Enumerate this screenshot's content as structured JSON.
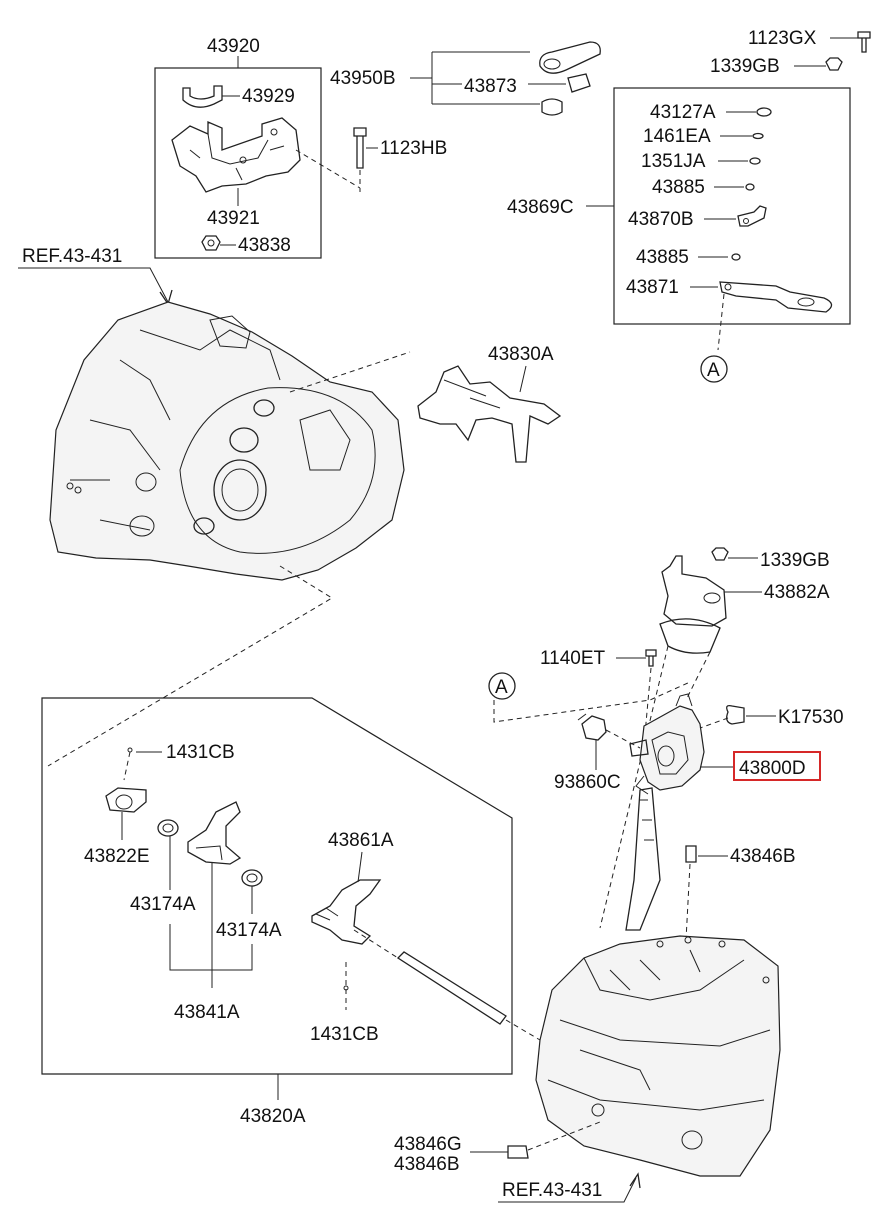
{
  "labels": {
    "p43920": "43920",
    "p43929": "43929",
    "p43921": "43921",
    "p43838": "43838",
    "p43950b": "43950B",
    "p43873": "43873",
    "p1123hb": "1123HB",
    "p1123gx": "1123GX",
    "p1339gb_top": "1339GB",
    "p43127a": "43127A",
    "p1461ea": "1461EA",
    "p1351ja": "1351JA",
    "p43885_a": "43885",
    "p43870b": "43870B",
    "p43885_b": "43885",
    "p43871": "43871",
    "p43869c": "43869C",
    "ref_a": "A",
    "ref_top": "REF.43-431",
    "p43830a": "43830A",
    "p1339gb_mid": "1339GB",
    "p43882a": "43882A",
    "p1140et": "1140ET",
    "ref_b": "A",
    "pk17530": "K17530",
    "p43800d": "43800D",
    "p93860c": "93860C",
    "p43846b_mid": "43846B",
    "p1431cb_a": "1431CB",
    "p43822e": "43822E",
    "p43174a_a": "43174A",
    "p43174a_b": "43174A",
    "p43861a": "43861A",
    "p43841a": "43841A",
    "p1431cb_b": "1431CB",
    "p43820a": "43820A",
    "p43846g": "43846G",
    "p43846b_bot": "43846B",
    "ref_bottom": "REF.43-431"
  },
  "highlight_color": "#d62828"
}
